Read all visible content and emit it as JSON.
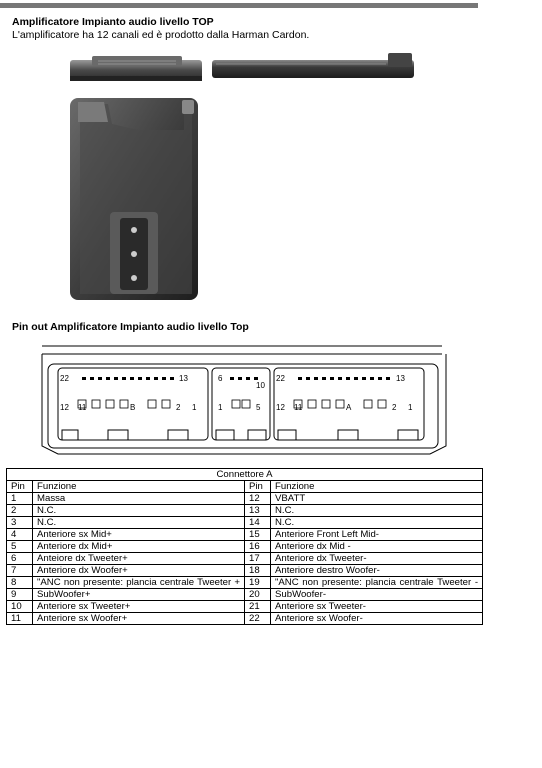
{
  "header": {
    "title": "Amplificatore Impianto audio livello TOP",
    "subtitle": "L'amplificatore ha 12 canali ed è prodotto dalla Harman Cardon."
  },
  "pinout_section": {
    "title": "Pin out Amplificatore Impianto audio livello Top"
  },
  "connector_diagram": {
    "labels": [
      "22",
      "13",
      "12",
      "11",
      "B",
      "2",
      "1",
      "6",
      "10",
      "1",
      "5",
      "22",
      "13",
      "12",
      "11",
      "A",
      "2",
      "1"
    ]
  },
  "table": {
    "caption": "Connettore A",
    "headers": [
      "Pin",
      "Funzione",
      "Pin",
      "Funzione"
    ],
    "rows": [
      [
        "1",
        "Massa",
        "12",
        "VBATT"
      ],
      [
        "2",
        "N.C.",
        "13",
        "N.C."
      ],
      [
        "3",
        "N.C.",
        "14",
        "N.C."
      ],
      [
        "4",
        "Anteriore sx Mid+",
        "15",
        "Anteriore Front  Left  Mid-"
      ],
      [
        "5",
        "Anteriore dx Mid+",
        "16",
        "Anteriore dx Mid -"
      ],
      [
        "6",
        "Anteiore dx Tweeter+",
        "17",
        "Anteriore dx Tweeter-"
      ],
      [
        "7",
        "Anteriore dx Woofer+",
        "18",
        "Anteriore destro Woofer-"
      ],
      [
        "8",
        "\"ANC  non  presente:  plancia  centrale Tweeter +",
        "19",
        "\"ANC  non  presente:  plancia  centrale Tweeter -"
      ],
      [
        "9",
        "SubWoofer+",
        "20",
        "SubWoofer-"
      ],
      [
        "10",
        "Anteriore sx Tweeter+",
        "21",
        "Anteriore sx Tweeter-"
      ],
      [
        "11",
        "Anteriore sx Woofer+",
        "22",
        "Anteriore sx Woofer-"
      ]
    ]
  }
}
